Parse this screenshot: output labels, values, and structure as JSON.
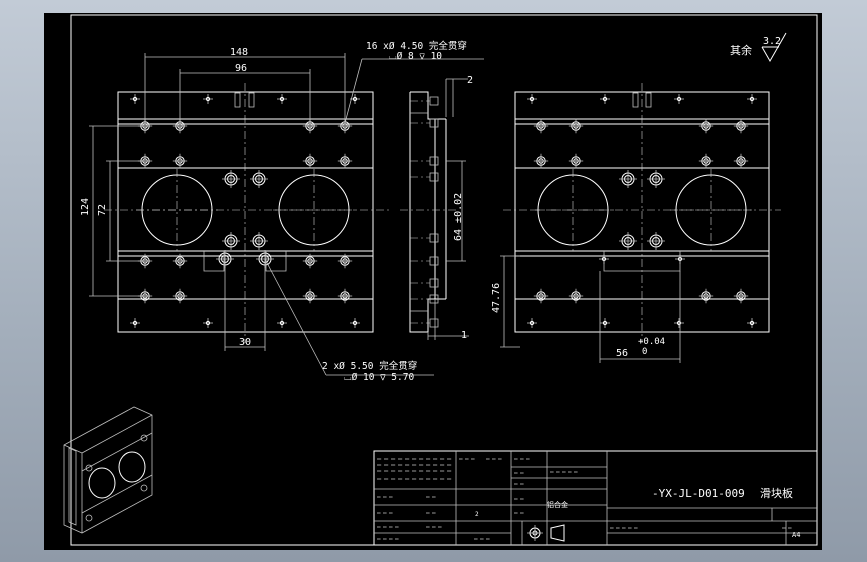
{
  "drawing": {
    "roughness_note": "其余",
    "roughness_value": "3.2",
    "top_callout_line1": "16 xØ 4.50 完全贯穿",
    "top_callout_line2": "⌴Ø 8 ⊽ 10",
    "bottom_callout_line1": "2 xØ 5.50 完全贯穿",
    "bottom_callout_line2": "⌴Ø 10 ⊽ 5.70",
    "dims": {
      "width_outer": "148",
      "width_inner": "96",
      "height_outer": "124",
      "height_inner": "72",
      "hole_spacing": "30",
      "side_thickness_top": "2",
      "side_height": "64 ±0.02",
      "side_thickness_bottom": "1",
      "right_height": "47.76",
      "right_offset_main": "56",
      "right_offset_tol_upper": "+0.04",
      "right_offset_tol_lower": "0"
    }
  },
  "title_block": {
    "drawing_number": "-YX-JL-D01-009",
    "part_name": "滑块板",
    "sheet_size": "A4",
    "quantity": "2",
    "material": "铝合金"
  }
}
